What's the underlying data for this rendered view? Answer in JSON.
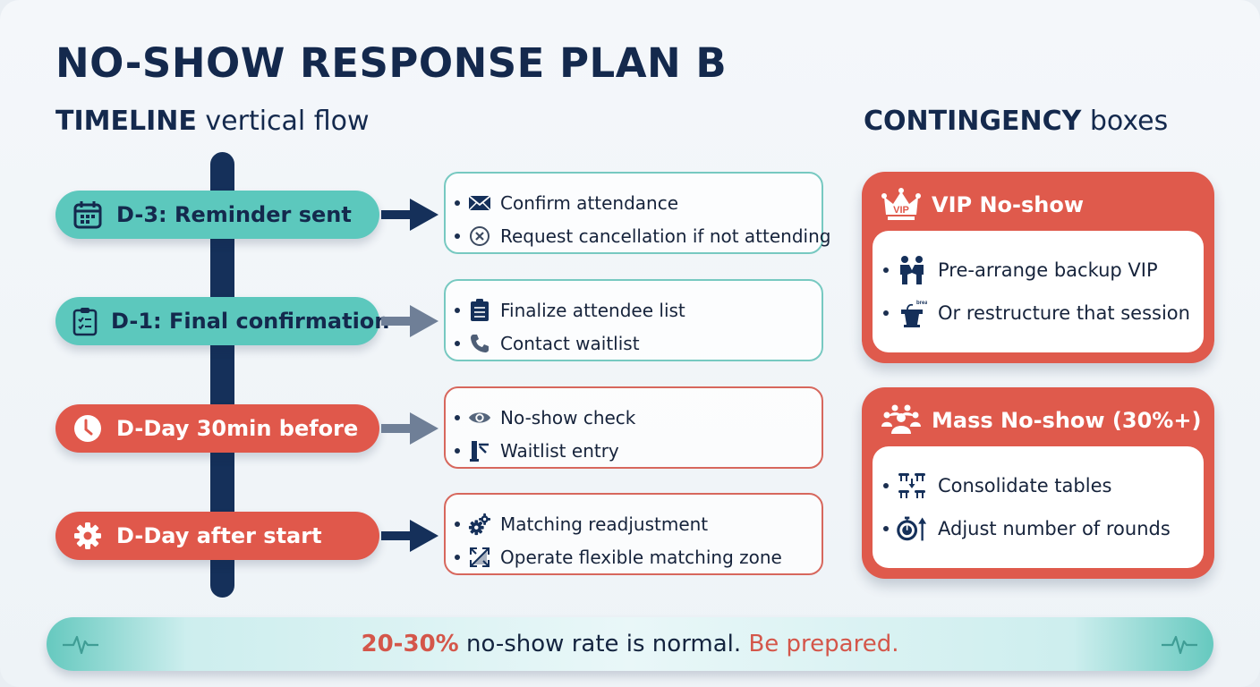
{
  "title": "NO-SHOW RESPONSE PLAN B",
  "timeline_heading": {
    "bold": "TIMELINE",
    "light": " vertical flow"
  },
  "contingency_heading": {
    "bold": "CONTINGENCY",
    "light": " boxes"
  },
  "colors": {
    "teal": "#5cc8bd",
    "red": "#e0584b",
    "navy": "#14294d"
  },
  "timeline": [
    {
      "label": "D-3: Reminder sent",
      "icon": "calendar-icon",
      "theme": "teal",
      "actions": [
        {
          "icon": "envelope-icon",
          "text": "Confirm attendance"
        },
        {
          "icon": "cancel-circle-icon",
          "text": "Request cancellation if not attending"
        }
      ]
    },
    {
      "label": "D-1: Final confirmation",
      "icon": "clipboard-check-icon",
      "theme": "teal",
      "actions": [
        {
          "icon": "clipboard-list-icon",
          "text": "Finalize attendee list"
        },
        {
          "icon": "phone-icon",
          "text": "Contact waitlist"
        }
      ]
    },
    {
      "label": "D-Day 30min before",
      "icon": "clock-icon",
      "theme": "red",
      "actions": [
        {
          "icon": "eye-icon",
          "text": "No-show check"
        },
        {
          "icon": "gate-entry-icon",
          "text": "Waitlist entry"
        }
      ]
    },
    {
      "label": "D-Day after start",
      "icon": "gear-icon",
      "theme": "red",
      "actions": [
        {
          "icon": "gears-icon",
          "text": "Matching readjustment"
        },
        {
          "icon": "expand-arrows-icon",
          "text": "Operate flexible matching zone"
        }
      ]
    }
  ],
  "contingencies": [
    {
      "title": "VIP No-show",
      "icon": "vip-crown-icon",
      "icon_text": "VIP",
      "items": [
        {
          "icon": "handshake-icon",
          "text": "Pre-arrange backup VIP"
        },
        {
          "icon": "podium-icon",
          "icon_text": "break",
          "text": "Or restructure that session"
        }
      ]
    },
    {
      "title": "Mass No-show (30%+)",
      "icon": "group-icon",
      "items": [
        {
          "icon": "consolidate-tables-icon",
          "text": "Consolidate tables"
        },
        {
          "icon": "stopwatch-up-icon",
          "text": "Adjust number of rounds"
        }
      ]
    }
  ],
  "footer": {
    "highlight": "20-30%",
    "middle": " no-show rate is normal. ",
    "emphasis": "Be prepared."
  }
}
